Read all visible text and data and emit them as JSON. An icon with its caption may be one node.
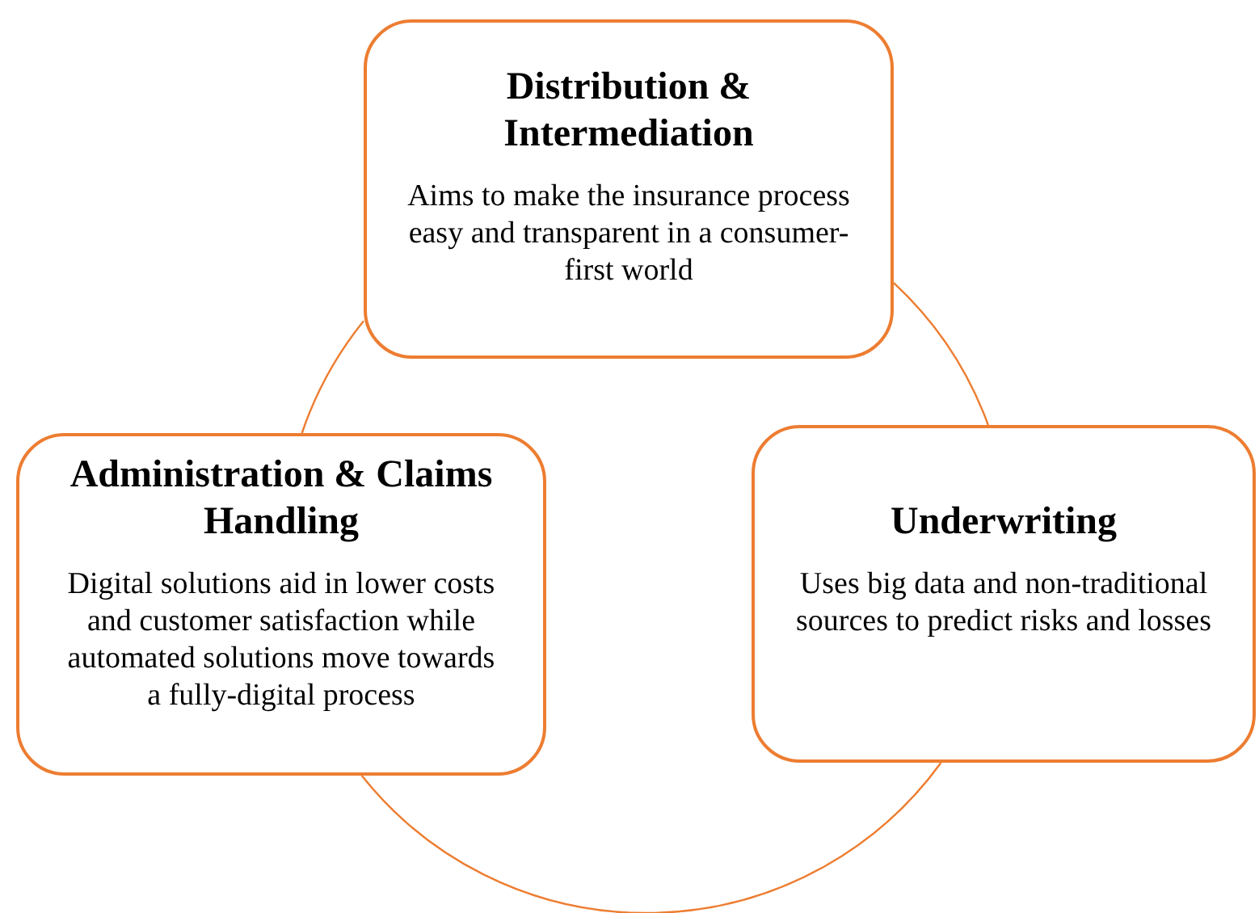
{
  "diagram": {
    "nodes": [
      {
        "text": [
          "Distribution & Intermediation",
          "Aims to make the insurance process easy and transparent in a consumer-first world"
        ]
      },
      {
        "text": [
          "Administration & Claims Handling",
          "Digital solutions aid in lower costs and customer satisfaction while automated solutions move towards a fully-digital process"
        ]
      },
      {
        "text": [
          "Underwriting",
          "Uses big data and non-traditional sources to predict risks and losses"
        ]
      }
    ],
    "edges": [
      {
        "from": 1,
        "to": 0,
        "arrow": "none"
      },
      {
        "from": 0,
        "to": 2,
        "arrow": "none"
      },
      {
        "from": 2,
        "to": 1,
        "arrow": "none"
      }
    ]
  }
}
